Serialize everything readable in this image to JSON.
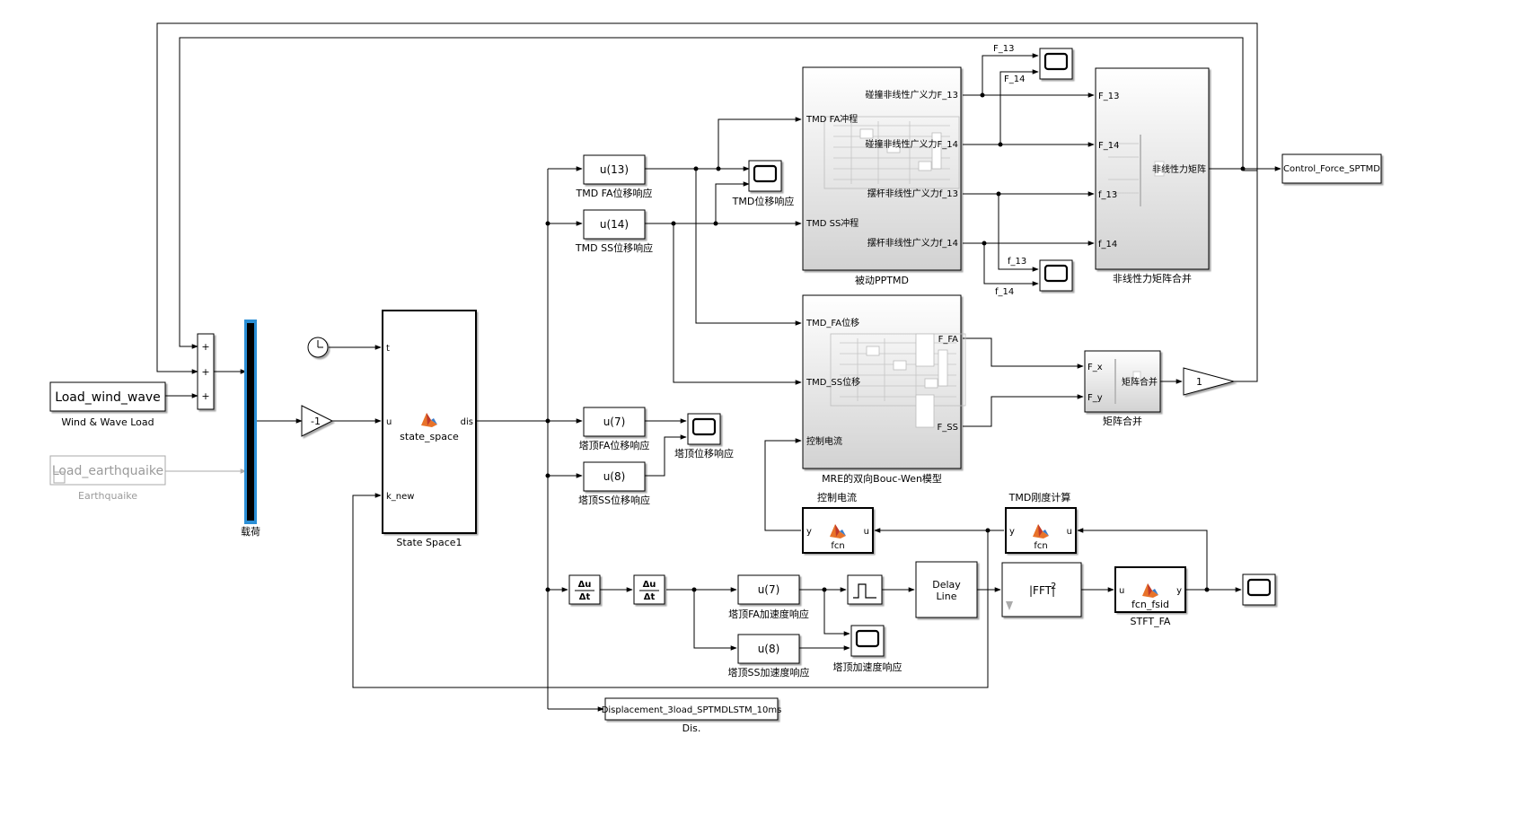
{
  "blocks": {
    "load_wind": {
      "label": "Load_wind_wave",
      "caption": "Wind & Wave Load"
    },
    "load_eq": {
      "label": "Load_earthquaike",
      "caption": "Earthquaike"
    },
    "sum_signs": [
      "+",
      "+",
      "+"
    ],
    "mux_caption": "载荷",
    "gain_neg": "-1",
    "state_space": {
      "name": "state_space",
      "caption": "State Space1",
      "in_t": "t",
      "in_u": "u",
      "in_k": "k_new",
      "out": "dis"
    },
    "u13": {
      "label": "u(13)",
      "caption": "TMD FA位移响应"
    },
    "u14": {
      "label": "u(14)",
      "caption": "TMD SS位移响应"
    },
    "scope_tmd": {
      "caption": "TMD位移响应"
    },
    "u7": {
      "label": "u(7)",
      "caption": "塔顶FA位移响应"
    },
    "u8": {
      "label": "u(8)",
      "caption": "塔顶SS位移响应"
    },
    "scope_top": {
      "caption": "塔顶位移响应"
    },
    "pptmd": {
      "caption": "被动PPTMD",
      "in1": "TMD FA冲程",
      "in2": "TMD SS冲程",
      "out1": "碰撞非线性广义力F_13",
      "out2": "碰撞非线性广义力F_14",
      "out3": "摆杆非线性广义力f_13",
      "out4": "摆杆非线性广义力f_14"
    },
    "sig_F13": "F_13",
    "sig_F14": "F_14",
    "sig_f13": "f_13",
    "sig_f14": "f_14",
    "merge_nl": {
      "caption": "非线性力矩阵合并",
      "in1": "F_13",
      "in2": "F_14",
      "in3": "f_13",
      "in4": "f_14",
      "out": "非线性力矩阵"
    },
    "control_out": "Control_Force_SPTMD",
    "mre": {
      "caption": "MRE的双向Bouc-Wen模型",
      "in1": "TMD_FA位移",
      "in2": "TMD_SS位移",
      "in3": "控制电流",
      "out1": "F_FA",
      "out2": "F_SS"
    },
    "merge": {
      "caption": "矩阵合并",
      "in1": "F_x",
      "in2": "F_y",
      "out": "矩阵合并"
    },
    "gain_one": "1",
    "fcn_ctrl": {
      "title": "控制电流",
      "name": "fcn",
      "in": "u",
      "out": "y"
    },
    "fcn_tmd": {
      "title": "TMD刚度计算",
      "name": "fcn",
      "in": "u",
      "out": "y"
    },
    "du": "Δu",
    "dt": "Δt",
    "u7b": {
      "label": "u(7)",
      "caption": "塔顶FA加速度响应"
    },
    "u8b": {
      "label": "u(8)",
      "caption": "塔顶SS加速度响应"
    },
    "scope_acc": {
      "caption": "塔顶加速度响应"
    },
    "delay": {
      "line1": "Delay",
      "line2": "Line"
    },
    "fft": {
      "label": "|FFT|",
      "exp": "2"
    },
    "stft": {
      "name": "fcn_fsid",
      "caption": "STFT_FA",
      "in": "u",
      "out": "y"
    },
    "towork": {
      "label": "Displacement_3load_SPTMDLSTM_10ms",
      "caption": "Dis."
    }
  },
  "icons": [
    "clock-icon",
    "scope-icon",
    "matlab-fcn-icon",
    "zoh-icon",
    "fft-icon",
    "derivative-icon"
  ],
  "colors": {
    "selection": "#2b8fd6",
    "block_border": "#000000",
    "subsystem_gradient_top": "#ffffff",
    "subsystem_gradient_bottom": "#d0d0d0",
    "disabled": "#a0a0a0"
  }
}
